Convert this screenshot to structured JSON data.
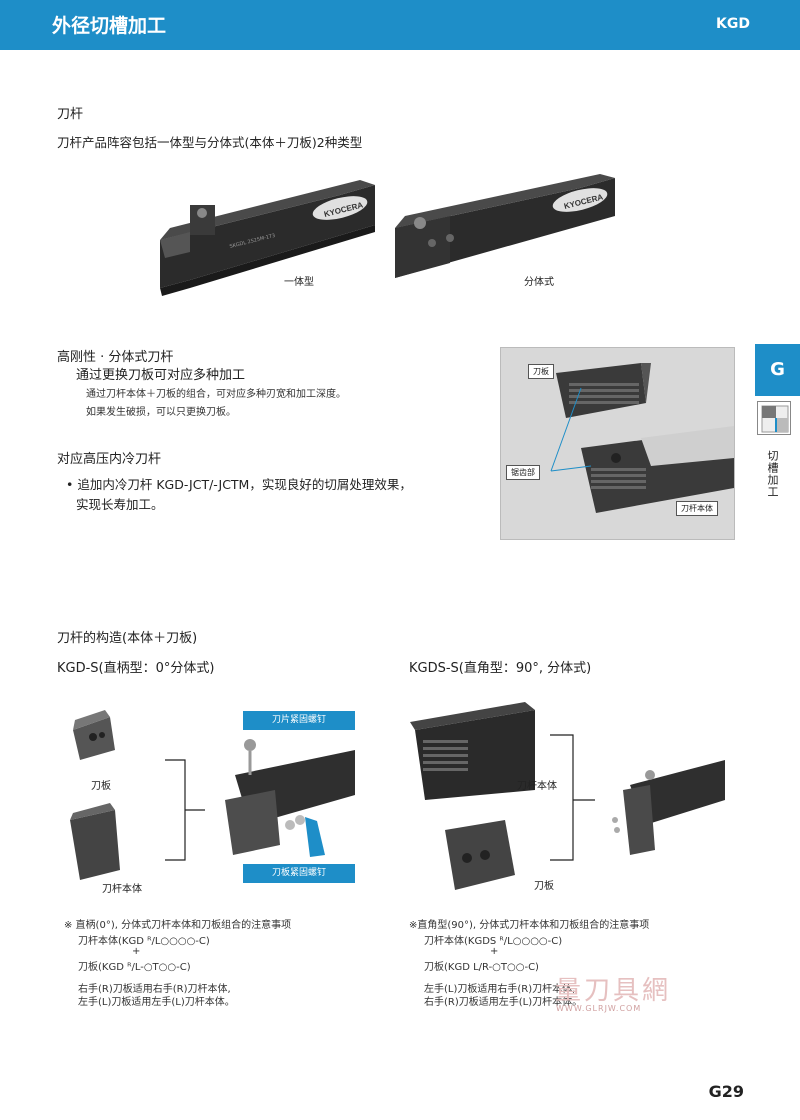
{
  "header": {
    "title": "外径切槽加工",
    "code": "KGD"
  },
  "side": {
    "tab": "G",
    "label": "切槽加工"
  },
  "section1": {
    "heading": "刀杆",
    "intro": "刀杆产品阵容包括一体型与分体式(本体＋刀板)2种类型",
    "photo1_caption": "一体型",
    "photo2_caption": "分体式"
  },
  "section2": {
    "heading": "高刚性 · 分体式刀杆",
    "subheading": "通过更换刀板可对应多种加工",
    "desc1": "通过刀杆本体＋刀板的组合，可对应多种刃宽和加工深度。",
    "desc2": "如果发生破损，可以只更换刀板。",
    "photo_tags": {
      "blade": "刀板",
      "serration": "锯齿部",
      "body": "刀杆本体"
    }
  },
  "section3": {
    "heading": "对应高压内冷刀杆",
    "bullet1": "• 追加内冷刀杆 KGD-JCT/-JCTM，实现良好的切屑处理效果，",
    "bullet2": "实现长寿加工。"
  },
  "section4": {
    "heading": "刀杆的构造(本体＋刀板)",
    "left": {
      "title": "KGD-S(直柄型：0°分体式)",
      "label_blade": "刀板",
      "label_body": "刀杆本体",
      "callout_top": "刀片紧固螺钉",
      "callout_bottom": "刀板紧固螺钉",
      "note_title": "※ 直柄(0°), 分体式刀杆本体和刀板组合的注意事项",
      "note_body": "刀杆本体(KGD ᴿ/L○○○○-C)",
      "note_plus": "+",
      "note_blade": "刀板(KGD ᴿ/L-○T○○-C)",
      "note_r": "右手(R)刀板适用右手(R)刀杆本体,",
      "note_l": "左手(L)刀板适用左手(L)刀杆本体。"
    },
    "right": {
      "title": "KGDS-S(直角型：90°, 分体式)",
      "label_body": "刀杆本体",
      "label_blade": "刀板",
      "note_title": "※直角型(90°), 分体式刀杆本体和刀板组合的注意事项",
      "note_body": "刀杆本体(KGDS ᴿ/L○○○○-C)",
      "note_plus": "+",
      "note_blade": "刀板(KGD L/R-○T○○-C)",
      "note_r": "左手(L)刀板适用右手(R)刀杆本体,",
      "note_l": "右手(R)刀板适用左手(L)刀杆本体。"
    }
  },
  "watermark": {
    "text": "量刀具網",
    "url": "WWW.GLRJW.COM"
  },
  "footer": {
    "page": "G29"
  },
  "brand": {
    "logo": "KYOCERA"
  },
  "colors": {
    "accent": "#1e8ec8",
    "tool": "#2b2b2b"
  }
}
